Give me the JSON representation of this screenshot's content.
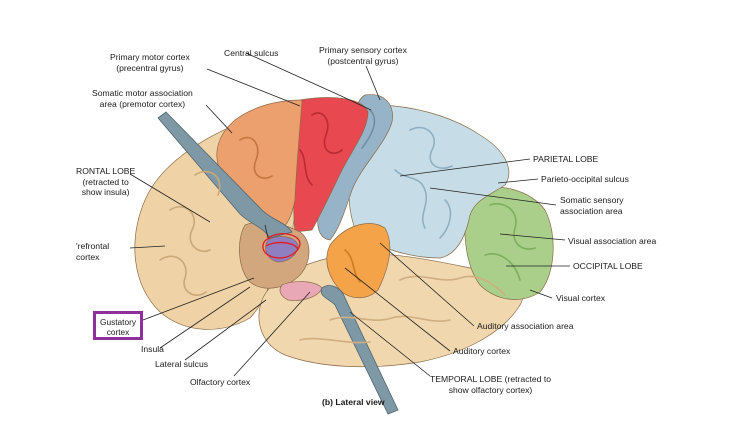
{
  "labels": {
    "primary_motor_1": "Primary motor cortex",
    "primary_motor_2": "(precentral gyrus)",
    "central_sulcus": "Central sulcus",
    "primary_sensory_1": "Primary sensory cortex",
    "primary_sensory_2": "(postcentral gyrus)",
    "somatic_motor_1": "Somatic motor association",
    "somatic_motor_2": "area (premotor cortex)",
    "frontal_1": "RONTAL LOBE",
    "frontal_2": "(retracted to",
    "frontal_3": "show insula)",
    "prefrontal_1": "'refrontal",
    "prefrontal_2": "cortex",
    "parietal_lobe": "PARIETAL LOBE",
    "parieto_occipital": "Parieto-occipital sulcus",
    "somatic_sensory_1": "Somatic sensory",
    "somatic_sensory_2": "association area",
    "visual_association": "Visual association area",
    "occipital_lobe": "OCCIPITAL LOBE",
    "visual_cortex": "Visual cortex",
    "auditory_association": "Auditory association area",
    "auditory_cortex": "Auditory cortex",
    "temporal_1": "TEMPORAL LOBE (retracted to",
    "temporal_2": "show olfactory cortex)",
    "gustatory_1": "Gustatory",
    "gustatory_2": "cortex",
    "insula": "Insula",
    "lateral_sulcus": "Lateral sulcus",
    "olfactory_cortex": "Olfactory cortex",
    "caption_bold": "(b) Lateral view"
  },
  "colors": {
    "frontal": "#efd3a7",
    "premotor": "#eba06e",
    "motor": "#e8484f",
    "sensory": "#97b3c8",
    "parietal": "#c6dde7",
    "occipital": "#a9cf8a",
    "auditory_assoc": "#f4a349",
    "temporal": "#f1d7ae",
    "insula": "#d3a77d",
    "gustatory": "#8f7fc1",
    "olfactory": "#e9a8b6",
    "retractor": "#7f98a6",
    "highlight_box": "#8e2f9c",
    "annotation": "#e0202a"
  },
  "icons": [
    "brain-illustration",
    "retractor-instrument"
  ]
}
